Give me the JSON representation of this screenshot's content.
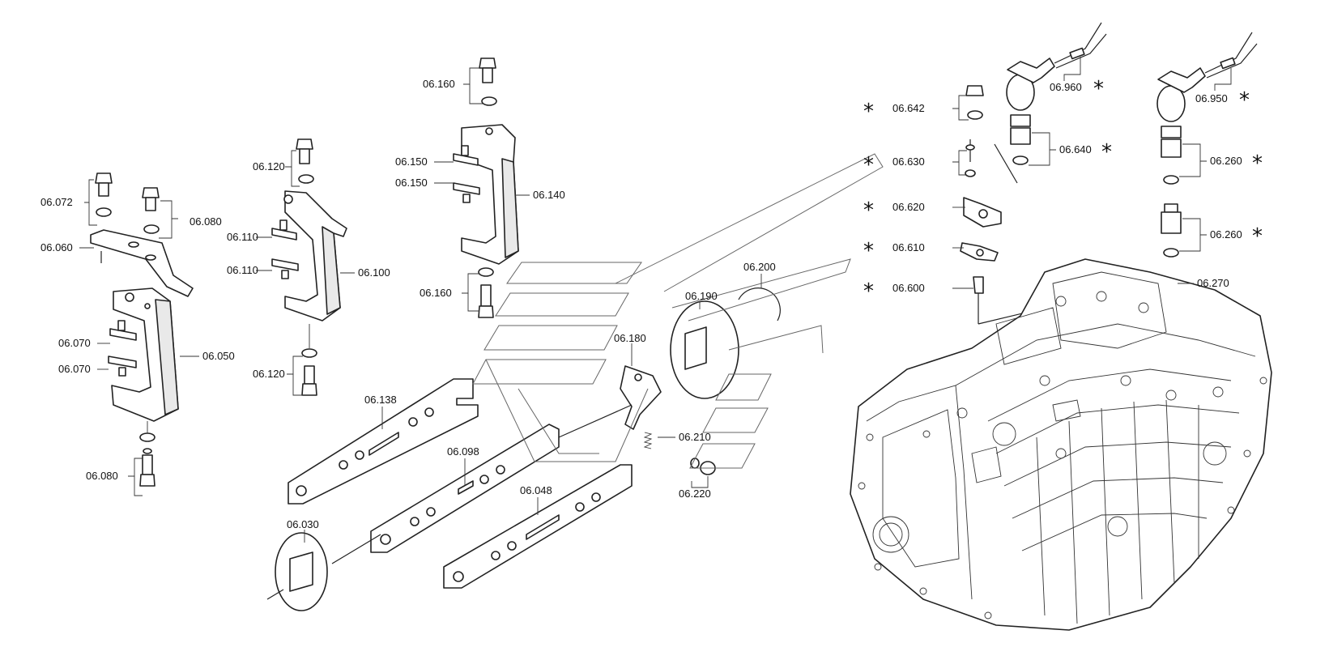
{
  "labels": {
    "p06_160a": "06.160",
    "p06_150a": "06.150",
    "p06_150b": "06.150",
    "p06_140": "06.140",
    "p06_160b": "06.160",
    "p06_120a": "06.120",
    "p06_110a": "06.110",
    "p06_110b": "06.110",
    "p06_100": "06.100",
    "p06_120b": "06.120",
    "p06_072": "06.072",
    "p06_080a": "06.080",
    "p06_060": "06.060",
    "p06_070a": "06.070",
    "p06_070b": "06.070",
    "p06_050": "06.050",
    "p06_080b": "06.080",
    "p06_138": "06.138",
    "p06_098": "06.098",
    "p06_048": "06.048",
    "p06_030": "06.030",
    "p06_200": "06.200",
    "p06_190": "06.190",
    "p06_180": "06.180",
    "p06_210": "06.210",
    "p06_220": "06.220",
    "p06_642": "06.642",
    "p06_630": "06.630",
    "p06_620": "06.620",
    "p06_610": "06.610",
    "p06_600": "06.600",
    "p06_960": "06.960",
    "p06_640": "06.640",
    "p06_950": "06.950",
    "p06_260a": "06.260",
    "p06_260b": "06.260",
    "p06_270": "06.270"
  },
  "markers": {
    "asterisk": "*"
  }
}
